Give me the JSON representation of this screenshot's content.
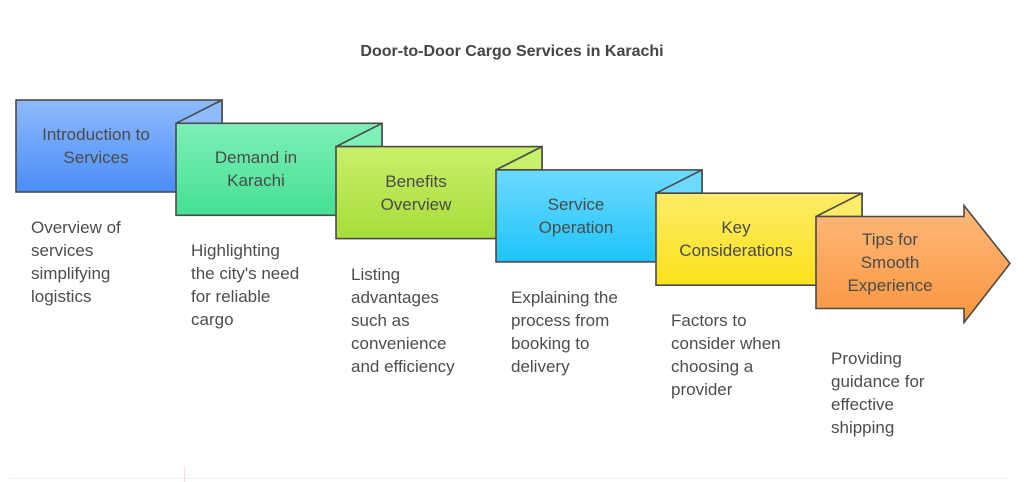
{
  "title": "Door-to-Door Cargo Services in Karachi",
  "steps": [
    {
      "label_lines": [
        "Introduction to",
        "Services"
      ],
      "description_lines": [
        "Overview of",
        "services",
        "simplifying",
        "logistics"
      ],
      "color_top": "#8fbafc",
      "color_bottom": "#4a8ef8",
      "flap_color": "#8fbafc"
    },
    {
      "label_lines": [
        "Demand in",
        "Karachi"
      ],
      "description_lines": [
        "Highlighting",
        "the city's need",
        "for reliable",
        "cargo"
      ],
      "color_top": "#7ef0b8",
      "color_bottom": "#45df93",
      "flap_color": "#7ef0b8"
    },
    {
      "label_lines": [
        "Benefits",
        "Overview"
      ],
      "description_lines": [
        "Listing",
        "advantages",
        "such as",
        "convenience",
        "and efficiency"
      ],
      "color_top": "#c9f06a",
      "color_bottom": "#a6dd39",
      "flap_color": "#c9f06a"
    },
    {
      "label_lines": [
        "Service",
        "Operation"
      ],
      "description_lines": [
        "Explaining the",
        "process from",
        "booking to",
        "delivery"
      ],
      "color_top": "#6ddafd",
      "color_bottom": "#1ec4fa",
      "flap_color": "#6ddafd"
    },
    {
      "label_lines": [
        "Key",
        "Considerations"
      ],
      "description_lines": [
        "Factors to",
        "consider when",
        "choosing a",
        "provider"
      ],
      "color_top": "#fdec68",
      "color_bottom": "#fbe21c",
      "flap_color": "#fdec68"
    },
    {
      "label_lines": [
        "Tips for",
        "Smooth",
        "Experience"
      ],
      "description_lines": [
        "Providing",
        "guidance for",
        "effective",
        "shipping"
      ],
      "color_top": "#fdb97a",
      "color_bottom": "#f9963f",
      "flap_color": "#fdb97a"
    }
  ],
  "stroke_color": "#4a4a4a"
}
